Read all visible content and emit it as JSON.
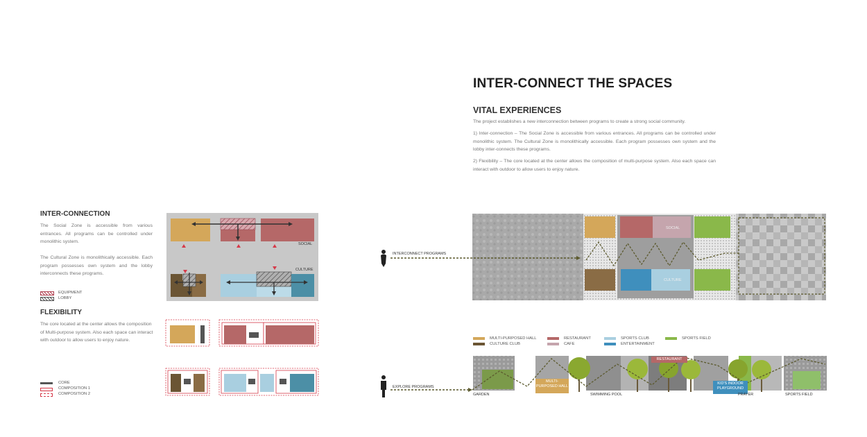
{
  "header": {
    "title": "INTER-CONNECT THE SPACES",
    "subtitle": "VITAL EXPERIENCES",
    "intro": "The project establishes a new interconnection between programs to create a strong social community.",
    "point1": "1) Inter-connection – The Social Zone is accessible from various entrances. All programs can be controlled under monolithic system. The Cultural Zone is monolithically accessible.  Each program possesses own system and the lobby inter-connects these programs.",
    "point2": "2) Flexibility – The core located at the center allows the composition of multi-purpose system. Also each space can interact with outdoor to allow users to enjoy nature."
  },
  "interconnection": {
    "title": "INTER-CONNECTION",
    "para1": "The Social Zone is accessible from various entrances. All programs can be controlled under monolithic system.",
    "para2": "The Cultural Zone is monolithically accessible. Each program possesses own system and the lobby interconnects these programs.",
    "legend_equipment": "EQUIPMENT",
    "legend_lobby": "LOBBY",
    "label_social": "SOCIAL",
    "label_culture": "CULTURE"
  },
  "flexibility": {
    "title": "FLEXIBILITY",
    "para": "The core located at the center allows the composition of Multi-purpose system. Also each space can interact with outdoor to allow users to enjoy nature.",
    "legend_core": "CORE",
    "legend_comp1": "COMPOSITION 1",
    "legend_comp2": "COMPOSITION 2"
  },
  "plan": {
    "interconnect_label": "INTERCONNECT PROGRAMS",
    "label_social": "SOCIAL",
    "label_culture": "CULTURE"
  },
  "program_legend": {
    "items": [
      {
        "label": "MULTI-PURPOSED HALL",
        "color": "#d4a75a"
      },
      {
        "label": "CULTURE CLUB",
        "color": "#6b5534"
      },
      {
        "label": "RESTAURANT",
        "color": "#b56868"
      },
      {
        "label": "CAFE",
        "color": "#c5a5ad"
      },
      {
        "label": "SPORTS CLUB",
        "color": "#a9cfe0"
      },
      {
        "label": "ENTERTAINMENT",
        "color": "#3f8fbd"
      },
      {
        "label": "SPORTS FIELD",
        "color": "#8ab84a"
      }
    ]
  },
  "explore": {
    "label": "EXPLORE PROGRAMS",
    "places": {
      "garden": "GARDEN",
      "swimming_pool": "SWIMMING POOL",
      "prayer": "PRAYER",
      "sports_field": "SPORTS FIELD"
    },
    "tags": {
      "hall": "MULTI-PURPOSED HALL",
      "restaurant": "RESTAURANT",
      "kids": "KID'S INDOOR PLAYGROUND"
    }
  },
  "colors": {
    "hall": "#d4a75a",
    "restaurant": "#b56868",
    "cafe": "#c5a5ad",
    "culture_club": "#6b5534",
    "sports_club": "#a9cfe0",
    "entertainment": "#3f8fbd",
    "sports_field": "#8ab84a",
    "dash_red": "#d63a4a",
    "path": "#5c5a2e"
  }
}
